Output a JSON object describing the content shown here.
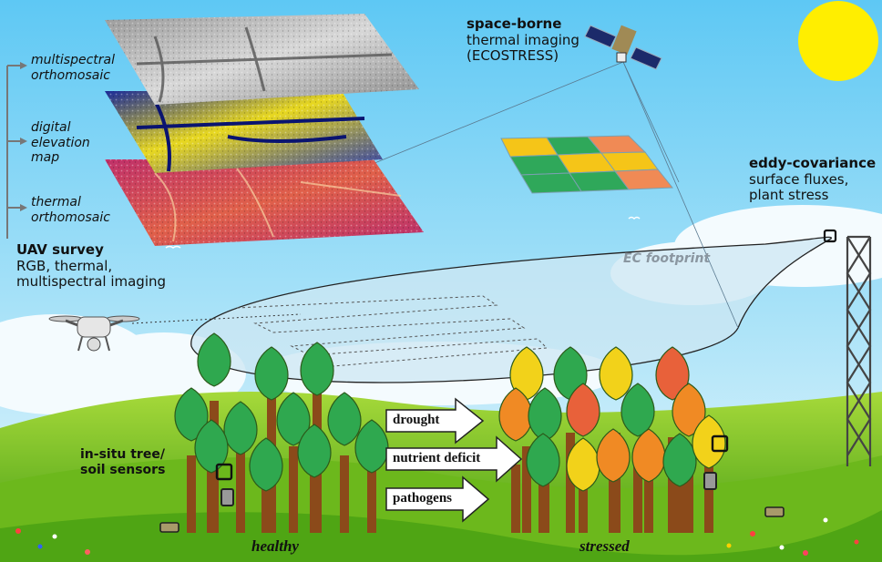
{
  "layers": {
    "multispectral": "multispectral orthomosaic",
    "multispectral_lines": [
      "multispectral",
      "orthomosaic"
    ],
    "dem_lines": [
      "digital",
      "elevation",
      "map"
    ],
    "thermal_lines": [
      "thermal",
      "orthomosaic"
    ]
  },
  "uav": {
    "title": "UAV survey",
    "desc_lines": [
      "RGB, thermal,",
      "multispectral imaging"
    ]
  },
  "satellite": {
    "title": "space-borne",
    "desc_lines": [
      "thermal imaging",
      "(ECOSTRESS)"
    ]
  },
  "eddy": {
    "title": "eddy-covariance",
    "desc_lines": [
      "surface fluxes,",
      "plant stress"
    ]
  },
  "footprint": "EC footprint",
  "sensors_lines": [
    "in-situ tree/",
    "soil sensors"
  ],
  "stressors": [
    "drought",
    "nutrient deficit",
    "pathogens"
  ],
  "forest": {
    "healthy": "healthy",
    "stressed": "stressed"
  },
  "colors": {
    "sky_top": "#6ccff6",
    "sun": "#ffee00",
    "grass": "#7dc21e",
    "healthy_tree": "#2fa84f",
    "stressed_yellow": "#f2d21a",
    "stressed_orange": "#f08a24",
    "stressed_red": "#e8613a",
    "thermal_layer": "#d84a5a",
    "dem_layer": "#1b2d9c"
  }
}
